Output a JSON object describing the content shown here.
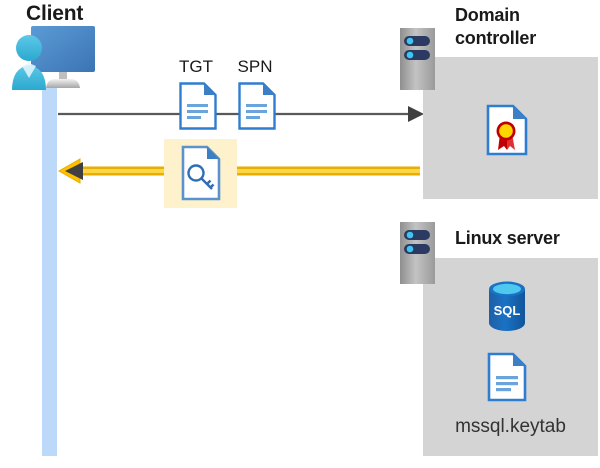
{
  "diagram": {
    "type": "kerberos-authentication-flow",
    "background_color": "#ffffff",
    "nodes": {
      "client": {
        "title": "Client",
        "icon": "client-computer-user-icon",
        "lifeline_color": "#bcd9fa"
      },
      "domain_controller": {
        "title": "Domain controller",
        "title_line1": "Domain",
        "title_line2": "controller",
        "icon": "server-rack-icon",
        "panel_color": "#d4d4d4",
        "contents": [
          {
            "name": "certificate-icon",
            "label": ""
          }
        ]
      },
      "linux_server": {
        "title": "Linux server",
        "icon": "server-rack-icon",
        "panel_color": "#d4d4d4",
        "contents": [
          {
            "name": "sql-database-icon",
            "label": "SQL"
          },
          {
            "name": "keytab-file-icon",
            "label": "mssql.keytab"
          }
        ]
      }
    },
    "artifacts": [
      {
        "id": "tgt",
        "label": "TGT",
        "icon": "document-icon"
      },
      {
        "id": "spn",
        "label": "SPN",
        "icon": "document-icon"
      },
      {
        "id": "key",
        "label": "",
        "icon": "key-document-icon",
        "highlight_color": "#fdf2cc"
      }
    ],
    "arrows": [
      {
        "id": "request",
        "direction": "right",
        "from": "client",
        "to": "domain_controller",
        "color": "#595959",
        "carries": [
          "TGT",
          "SPN"
        ]
      },
      {
        "id": "response",
        "direction": "left",
        "from": "domain_controller",
        "to": "client",
        "color": "#ffc000",
        "head_color": "#404040",
        "carries": [
          "key-document-icon"
        ]
      }
    ],
    "labels": {
      "sql": "SQL",
      "keytab_file": "mssql.keytab"
    },
    "colors": {
      "accent_blue": "#2f7dd1",
      "panel_gray": "#d4d4d4",
      "lifeline_blue": "#bcd9fa",
      "arrow_yellow": "#ffc000",
      "arrow_gray": "#595959",
      "highlight_yellow": "#fdf2cc",
      "title_black": "#1a1a1a"
    }
  }
}
